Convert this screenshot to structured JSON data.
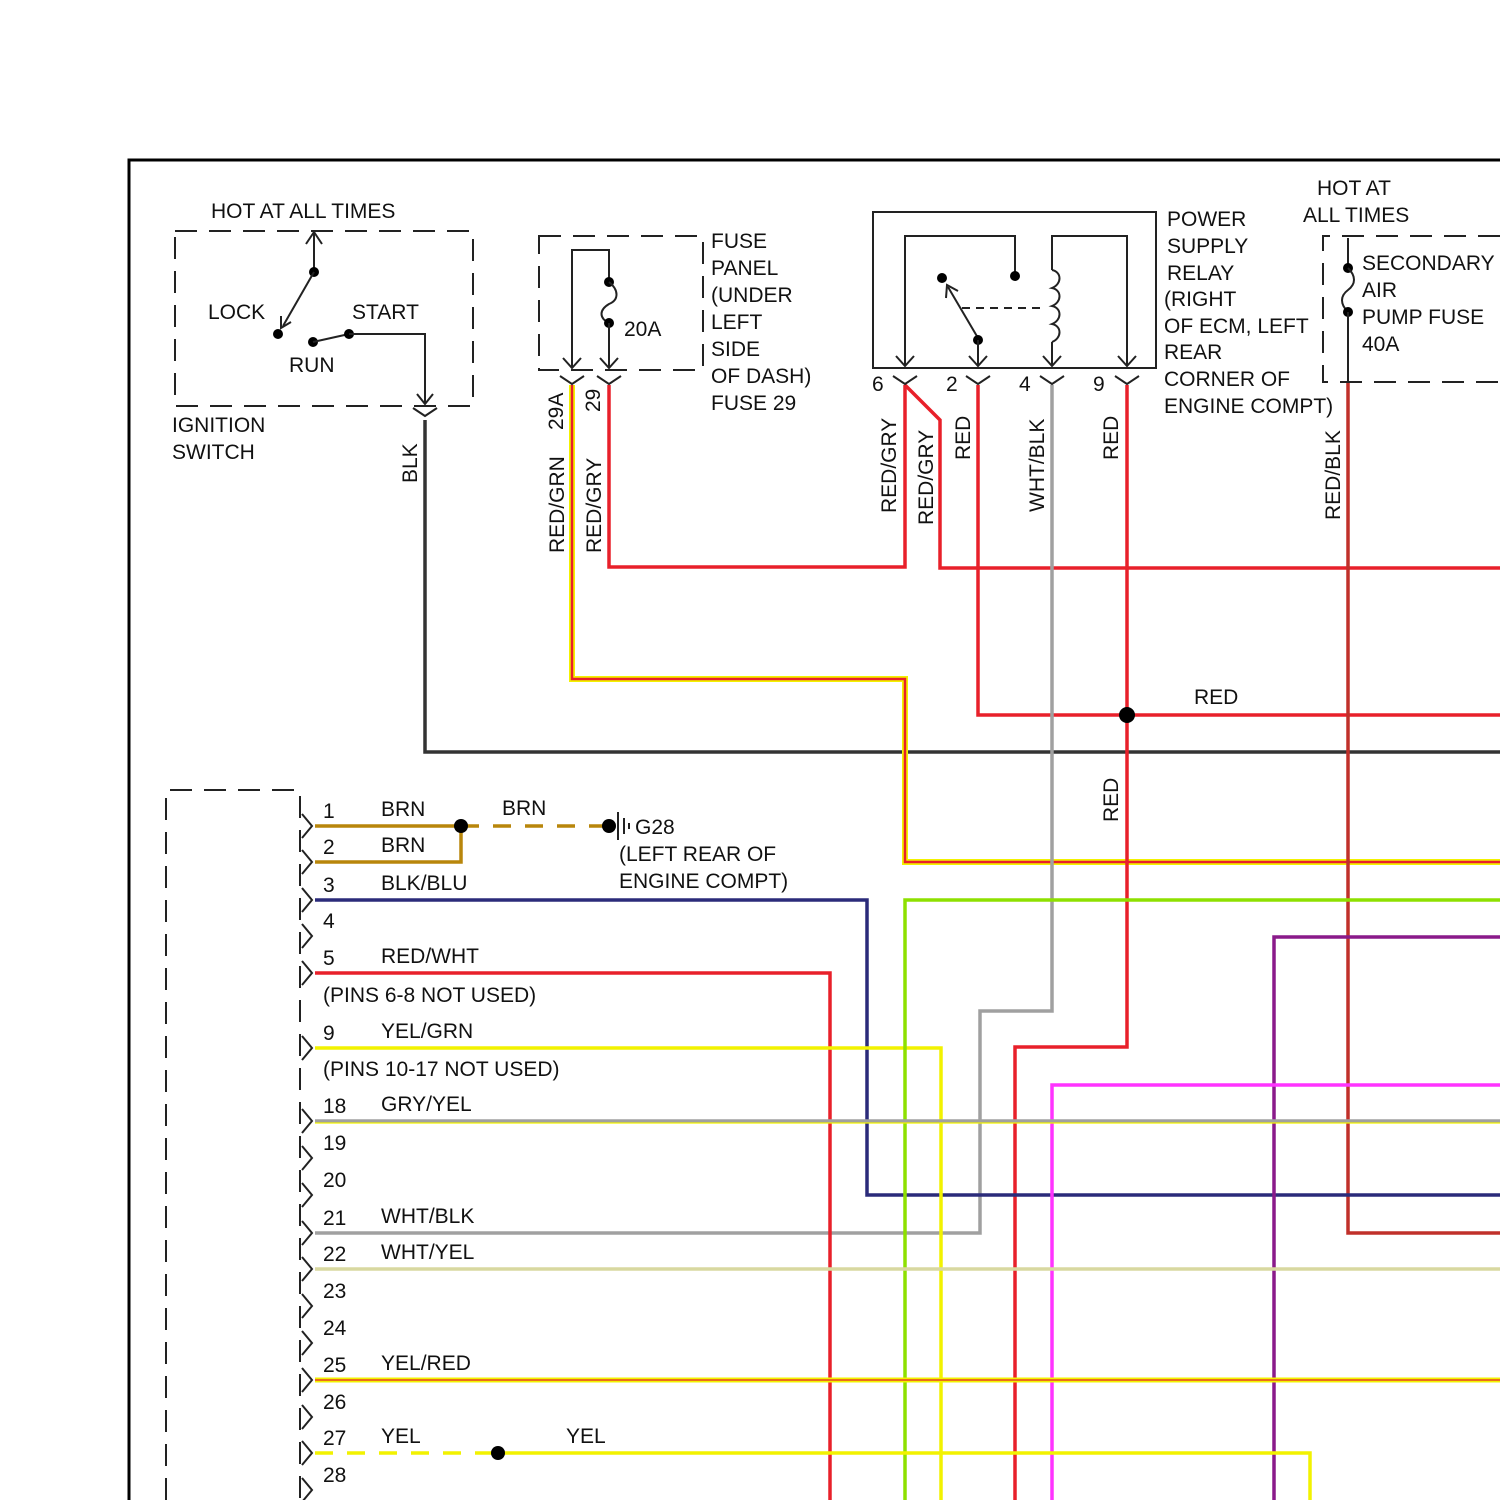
{
  "colors": {
    "red": "#e8202a",
    "yellow": "#f2f200",
    "brown": "#b8860b",
    "navy": "#2b2b7a",
    "gray": "#a0a0a0",
    "green": "#8ee000",
    "purple": "#8a1a8a",
    "magenta": "#ff33ff",
    "darkred": "#c0302a",
    "black": "#333333"
  },
  "ignition_switch": {
    "hot_label": "HOT AT ALL TIMES",
    "lock": "LOCK",
    "start": "START",
    "run": "RUN",
    "name_line1": "IGNITION",
    "name_line2": "SWITCH",
    "wire": "BLK"
  },
  "fuse_panel": {
    "rating": "20A",
    "lines": [
      "FUSE",
      "PANEL",
      "(UNDER",
      "LEFT",
      "SIDE",
      "OF DASH)",
      "FUSE 29"
    ],
    "pin_a": "29A",
    "pin_b": "29",
    "wire_a": "RED/GRN",
    "wire_b": "RED/GRY"
  },
  "relay": {
    "lines": [
      "POWER",
      "SUPPLY",
      "RELAY",
      "(RIGHT",
      "OF ECM, LEFT",
      "REAR",
      "CORNER OF",
      "ENGINE COMPT)"
    ],
    "pins": [
      "6",
      "2",
      "4",
      "9"
    ],
    "wires": [
      "RED/GRY",
      "RED/GRY",
      "RED",
      "WHT/BLK",
      "RED"
    ]
  },
  "secondary_fuse": {
    "hot_line1": "HOT AT",
    "hot_line2": "ALL TIMES",
    "lines": [
      "SECONDARY",
      "AIR",
      "PUMP FUSE",
      "40A"
    ],
    "wire": "RED/BLK"
  },
  "splice": {
    "red_h": "RED",
    "red_v": "RED"
  },
  "ground": {
    "id": "G28",
    "line1": "(LEFT REAR OF",
    "line2": "ENGINE COMPT)",
    "wire": "BRN"
  },
  "connector_pins": [
    {
      "num": "1",
      "wire": "BRN"
    },
    {
      "num": "2",
      "wire": "BRN"
    },
    {
      "num": "3",
      "wire": "BLK/BLU"
    },
    {
      "num": "4",
      "wire": ""
    },
    {
      "num": "5",
      "wire": "RED/WHT"
    },
    {
      "num": "9",
      "wire": "YEL/GRN"
    },
    {
      "num": "18",
      "wire": "GRY/YEL"
    },
    {
      "num": "19",
      "wire": ""
    },
    {
      "num": "20",
      "wire": ""
    },
    {
      "num": "21",
      "wire": "WHT/BLK"
    },
    {
      "num": "22",
      "wire": "WHT/YEL"
    },
    {
      "num": "23",
      "wire": ""
    },
    {
      "num": "24",
      "wire": ""
    },
    {
      "num": "25",
      "wire": "YEL/RED"
    },
    {
      "num": "26",
      "wire": ""
    },
    {
      "num": "27",
      "wire": "YEL"
    },
    {
      "num": "28",
      "wire": ""
    }
  ],
  "notes": {
    "pins_6_8": "(PINS 6-8 NOT USED)",
    "pins_10_17": "(PINS 10-17 NOT USED)"
  },
  "yel_continuation": "YEL"
}
